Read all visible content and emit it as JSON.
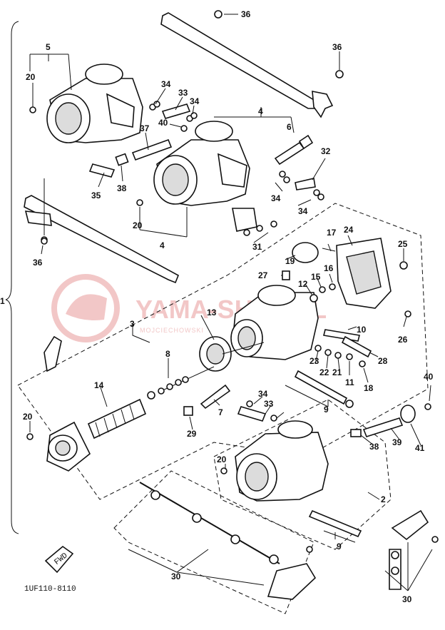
{
  "callouts": {
    "c1": "1",
    "c2": "2",
    "c3": "3",
    "c4a": "4",
    "c4b": "4",
    "c5": "5",
    "c6": "6",
    "c7": "7",
    "c8": "8",
    "c9a": "9",
    "c9b": "9",
    "c10": "10",
    "c11": "11",
    "c12": "12",
    "c13": "13",
    "c14": "14",
    "c15": "15",
    "c16": "16",
    "c17": "17",
    "c18": "18",
    "c19": "19",
    "c20a": "20",
    "c20b": "20",
    "c20c": "20",
    "c20d": "20",
    "c21": "21",
    "c22": "22",
    "c23": "23",
    "c24": "24",
    "c25": "25",
    "c26": "26",
    "c27": "27",
    "c28": "28",
    "c29": "29",
    "c30a": "30",
    "c30b": "30",
    "c31": "31",
    "c32": "32",
    "c33a": "33",
    "c33b": "33",
    "c34a": "34",
    "c34b": "34",
    "c34c": "34",
    "c34d": "34",
    "c34e": "34",
    "c35": "35",
    "c36a": "36",
    "c36b": "36",
    "c36c": "36",
    "c37": "37",
    "c38a": "38",
    "c38b": "38",
    "c39": "39",
    "c40a": "40",
    "c40b": "40",
    "c41": "41"
  },
  "fwd_label": "FWD",
  "drawing_code": "1UF110-8110",
  "watermark": {
    "brand": "YAMA-SHOP.PL",
    "sub": "MOJCIECHOWSKI"
  },
  "icons": {
    "watermark_logo": "helmet-logo-icon",
    "forward": "forward-arrow-icon"
  }
}
